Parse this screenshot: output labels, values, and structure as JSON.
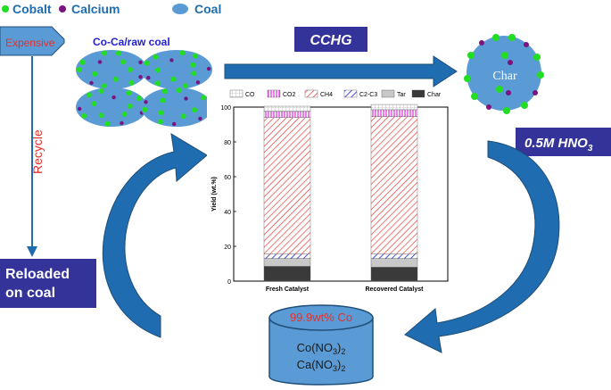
{
  "legend_top": {
    "items": [
      {
        "label": "Cobalt",
        "color": "#22dd22"
      },
      {
        "label": "Calcium",
        "color": "#7a1480"
      },
      {
        "label": "Coal",
        "color": "#5b9bd5"
      }
    ]
  },
  "labels": {
    "expensive": "Expensive",
    "coal_name": "Co-Ca/raw coal",
    "process": "CCHG",
    "char": "Char",
    "acid": "0.5M HNO",
    "acid_sub": "3",
    "recycle": "Recycle",
    "reloaded_1": "Reloaded",
    "reloaded_2": "on coal",
    "recovery": "99.9wt% Co",
    "salt1": "Co(NO",
    "salt1_sub": "3",
    "salt1_close": ")",
    "salt1_sub2": "2",
    "salt2": "Ca(NO",
    "salt2_sub": "3",
    "salt2_close": ")",
    "salt2_sub2": "2"
  },
  "colors": {
    "arrow_blue": "#1f6db0",
    "dark_blue_box": "#333399",
    "coal_blue": "#5b9bd5",
    "ch4_red": "#e8302a",
    "co2_magenta": "#d400d4",
    "c2c3_blue": "#1f1fd6",
    "tar_grey": "#bfbfbf",
    "char_dark": "#3a3a3a"
  },
  "chart_data": {
    "type": "bar",
    "stacked": true,
    "categories": [
      "Fresh Catalyst",
      "Recovered Catalyst"
    ],
    "ylabel": "Yield (wt.%)",
    "ylim": [
      0,
      100
    ],
    "yticks": [
      0,
      20,
      40,
      60,
      80,
      100
    ],
    "legend_placement": "top",
    "series": [
      {
        "name": "Char",
        "color": "#3a3a3a",
        "values": [
          8.5,
          8.0
        ]
      },
      {
        "name": "Tar",
        "color": "#bfbfbf",
        "values": [
          4.5,
          5.0
        ]
      },
      {
        "name": "C2-C3",
        "color": "#1f1fd6",
        "values": [
          2.5,
          2.5
        ]
      },
      {
        "name": "CH4",
        "color": "#e8302a",
        "values": [
          78.5,
          79.0
        ]
      },
      {
        "name": "CO2",
        "color": "#d400d4",
        "values": [
          3.5,
          4.0
        ]
      },
      {
        "name": "CO",
        "color": "#9a9a9a",
        "values": [
          3.0,
          3.0
        ]
      }
    ],
    "legend_labels": [
      "CO",
      "CO2",
      "CH4",
      "C2-C3",
      "Tar",
      "Char"
    ]
  }
}
